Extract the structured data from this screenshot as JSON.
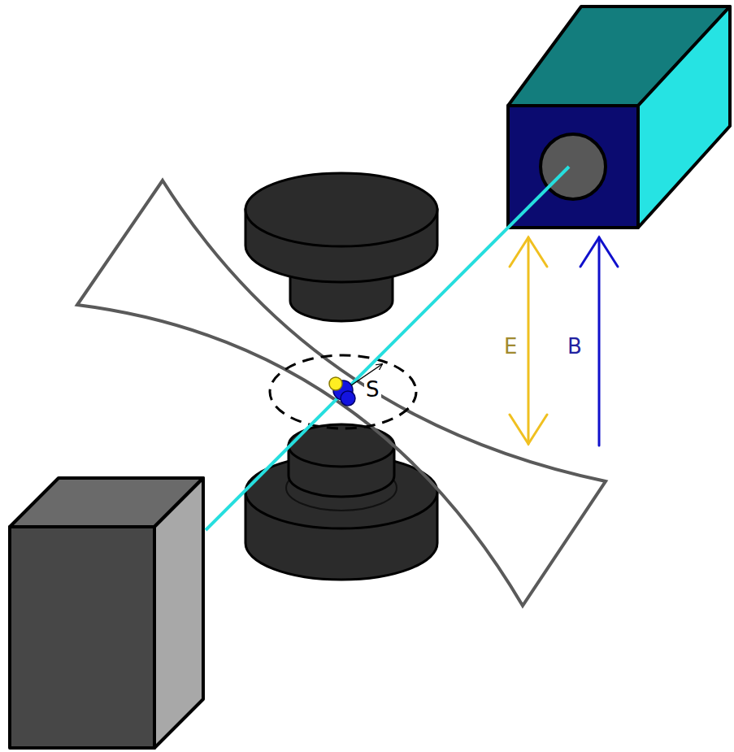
{
  "diagram": {
    "labels": [
      "S",
      "E",
      "B"
    ]
  }
}
